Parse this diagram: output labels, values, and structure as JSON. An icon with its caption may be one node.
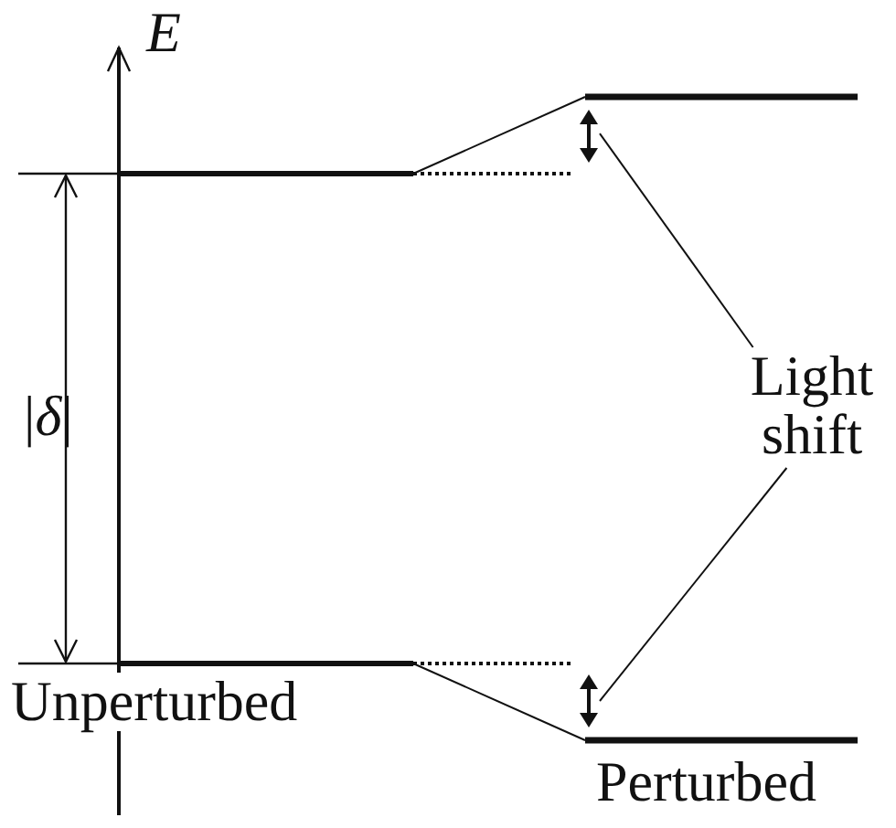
{
  "diagram": {
    "nodes": [
      {
        "text": [
          "Light shift"
        ]
      },
      {
        "text": [],
        "shape": "arrow"
      },
      {
        "text": [],
        "shape": "arrow"
      }
    ],
    "edges": [
      {
        "from": 0,
        "to": 1,
        "arrow": "none"
      },
      {
        "from": 0,
        "to": 2,
        "arrow": "none"
      }
    ],
    "labels": [
      "E",
      "|*δ*|",
      "Unperturbed",
      "Perturbed"
    ]
  }
}
